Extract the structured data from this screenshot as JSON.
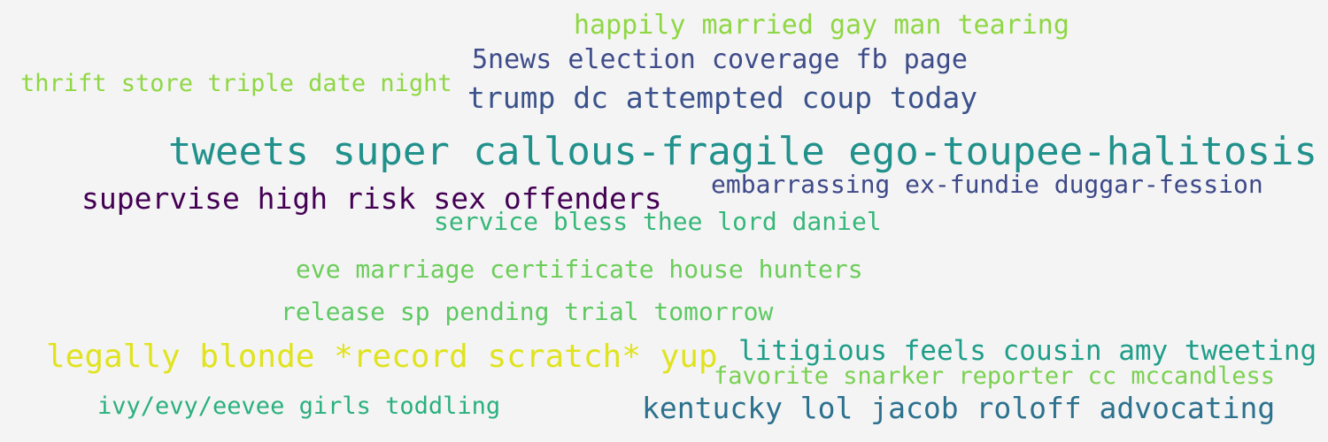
{
  "words": [
    {
      "text": "happily married gay man tearing",
      "color": "#8fd744"
    },
    {
      "text": "5news election coverage fb page",
      "color": "#3e4c8a"
    },
    {
      "text": "thrift store triple date night",
      "color": "#8fd744"
    },
    {
      "text": "trump dc attempted coup today",
      "color": "#3b528b"
    },
    {
      "text": "tweets super callous-fragile ego-toupee-halitosis",
      "color": "#21918c"
    },
    {
      "text": "embarrassing ex-fundie duggar-fession",
      "color": "#3e4989"
    },
    {
      "text": "supervise high risk sex offenders",
      "color": "#440154"
    },
    {
      "text": "service bless thee lord daniel",
      "color": "#35b779"
    },
    {
      "text": "eve marriage certificate house hunters",
      "color": "#6ccd5a"
    },
    {
      "text": "release sp pending trial tomorrow",
      "color": "#5ec962"
    },
    {
      "text": "legally blonde *record scratch* yup",
      "color": "#e0e31e"
    },
    {
      "text": "litigious feels cousin amy tweeting",
      "color": "#1f9e89"
    },
    {
      "text": "favorite snarker reporter cc mccandless",
      "color": "#7ad151"
    },
    {
      "text": "ivy/evy/eevee girls toddling",
      "color": "#2ab07f"
    },
    {
      "text": "kentucky lol jacob roloff advocating",
      "color": "#2c718e"
    }
  ]
}
